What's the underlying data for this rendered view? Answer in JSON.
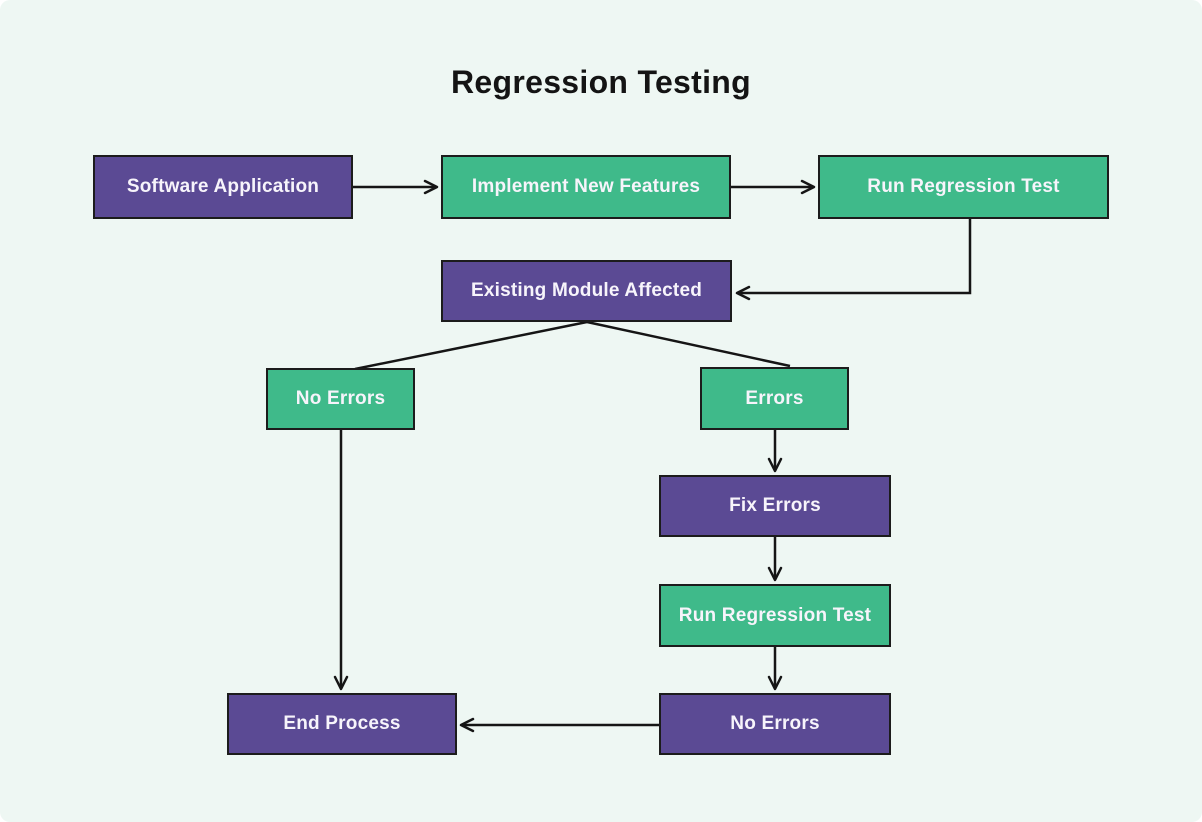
{
  "title": "Regression Testing",
  "colors": {
    "background": "#eef7f3",
    "node_purple": "#5b4a94",
    "node_green": "#3fba8a",
    "node_border": "#1c1c1c",
    "node_text": "#f7f4fb",
    "arrow": "#151515",
    "title_text": "#141414"
  },
  "nodes": [
    {
      "id": "software-application",
      "label": "Software Application",
      "color": "purple"
    },
    {
      "id": "implement-new-features",
      "label": "Implement New Features",
      "color": "green"
    },
    {
      "id": "run-regression-test-1",
      "label": "Run Regression Test",
      "color": "green"
    },
    {
      "id": "existing-module-affected",
      "label": "Existing Module Affected",
      "color": "purple"
    },
    {
      "id": "no-errors-branch",
      "label": "No Errors",
      "color": "green"
    },
    {
      "id": "errors-branch",
      "label": "Errors",
      "color": "green"
    },
    {
      "id": "fix-errors",
      "label": "Fix Errors",
      "color": "purple"
    },
    {
      "id": "run-regression-test-2",
      "label": "Run Regression Test",
      "color": "green"
    },
    {
      "id": "no-errors-after-retest",
      "label": "No Errors",
      "color": "purple"
    },
    {
      "id": "end-process",
      "label": "End Process",
      "color": "purple"
    }
  ],
  "edges": [
    {
      "from": "software-application",
      "to": "implement-new-features",
      "arrowhead": true
    },
    {
      "from": "implement-new-features",
      "to": "run-regression-test-1",
      "arrowhead": true
    },
    {
      "from": "run-regression-test-1",
      "to": "existing-module-affected",
      "arrowhead": true
    },
    {
      "from": "existing-module-affected",
      "to": "no-errors-branch",
      "arrowhead": false
    },
    {
      "from": "existing-module-affected",
      "to": "errors-branch",
      "arrowhead": false
    },
    {
      "from": "errors-branch",
      "to": "fix-errors",
      "arrowhead": true
    },
    {
      "from": "fix-errors",
      "to": "run-regression-test-2",
      "arrowhead": true
    },
    {
      "from": "run-regression-test-2",
      "to": "no-errors-after-retest",
      "arrowhead": true
    },
    {
      "from": "no-errors-after-retest",
      "to": "end-process",
      "arrowhead": true
    },
    {
      "from": "no-errors-branch",
      "to": "end-process",
      "arrowhead": true
    }
  ]
}
